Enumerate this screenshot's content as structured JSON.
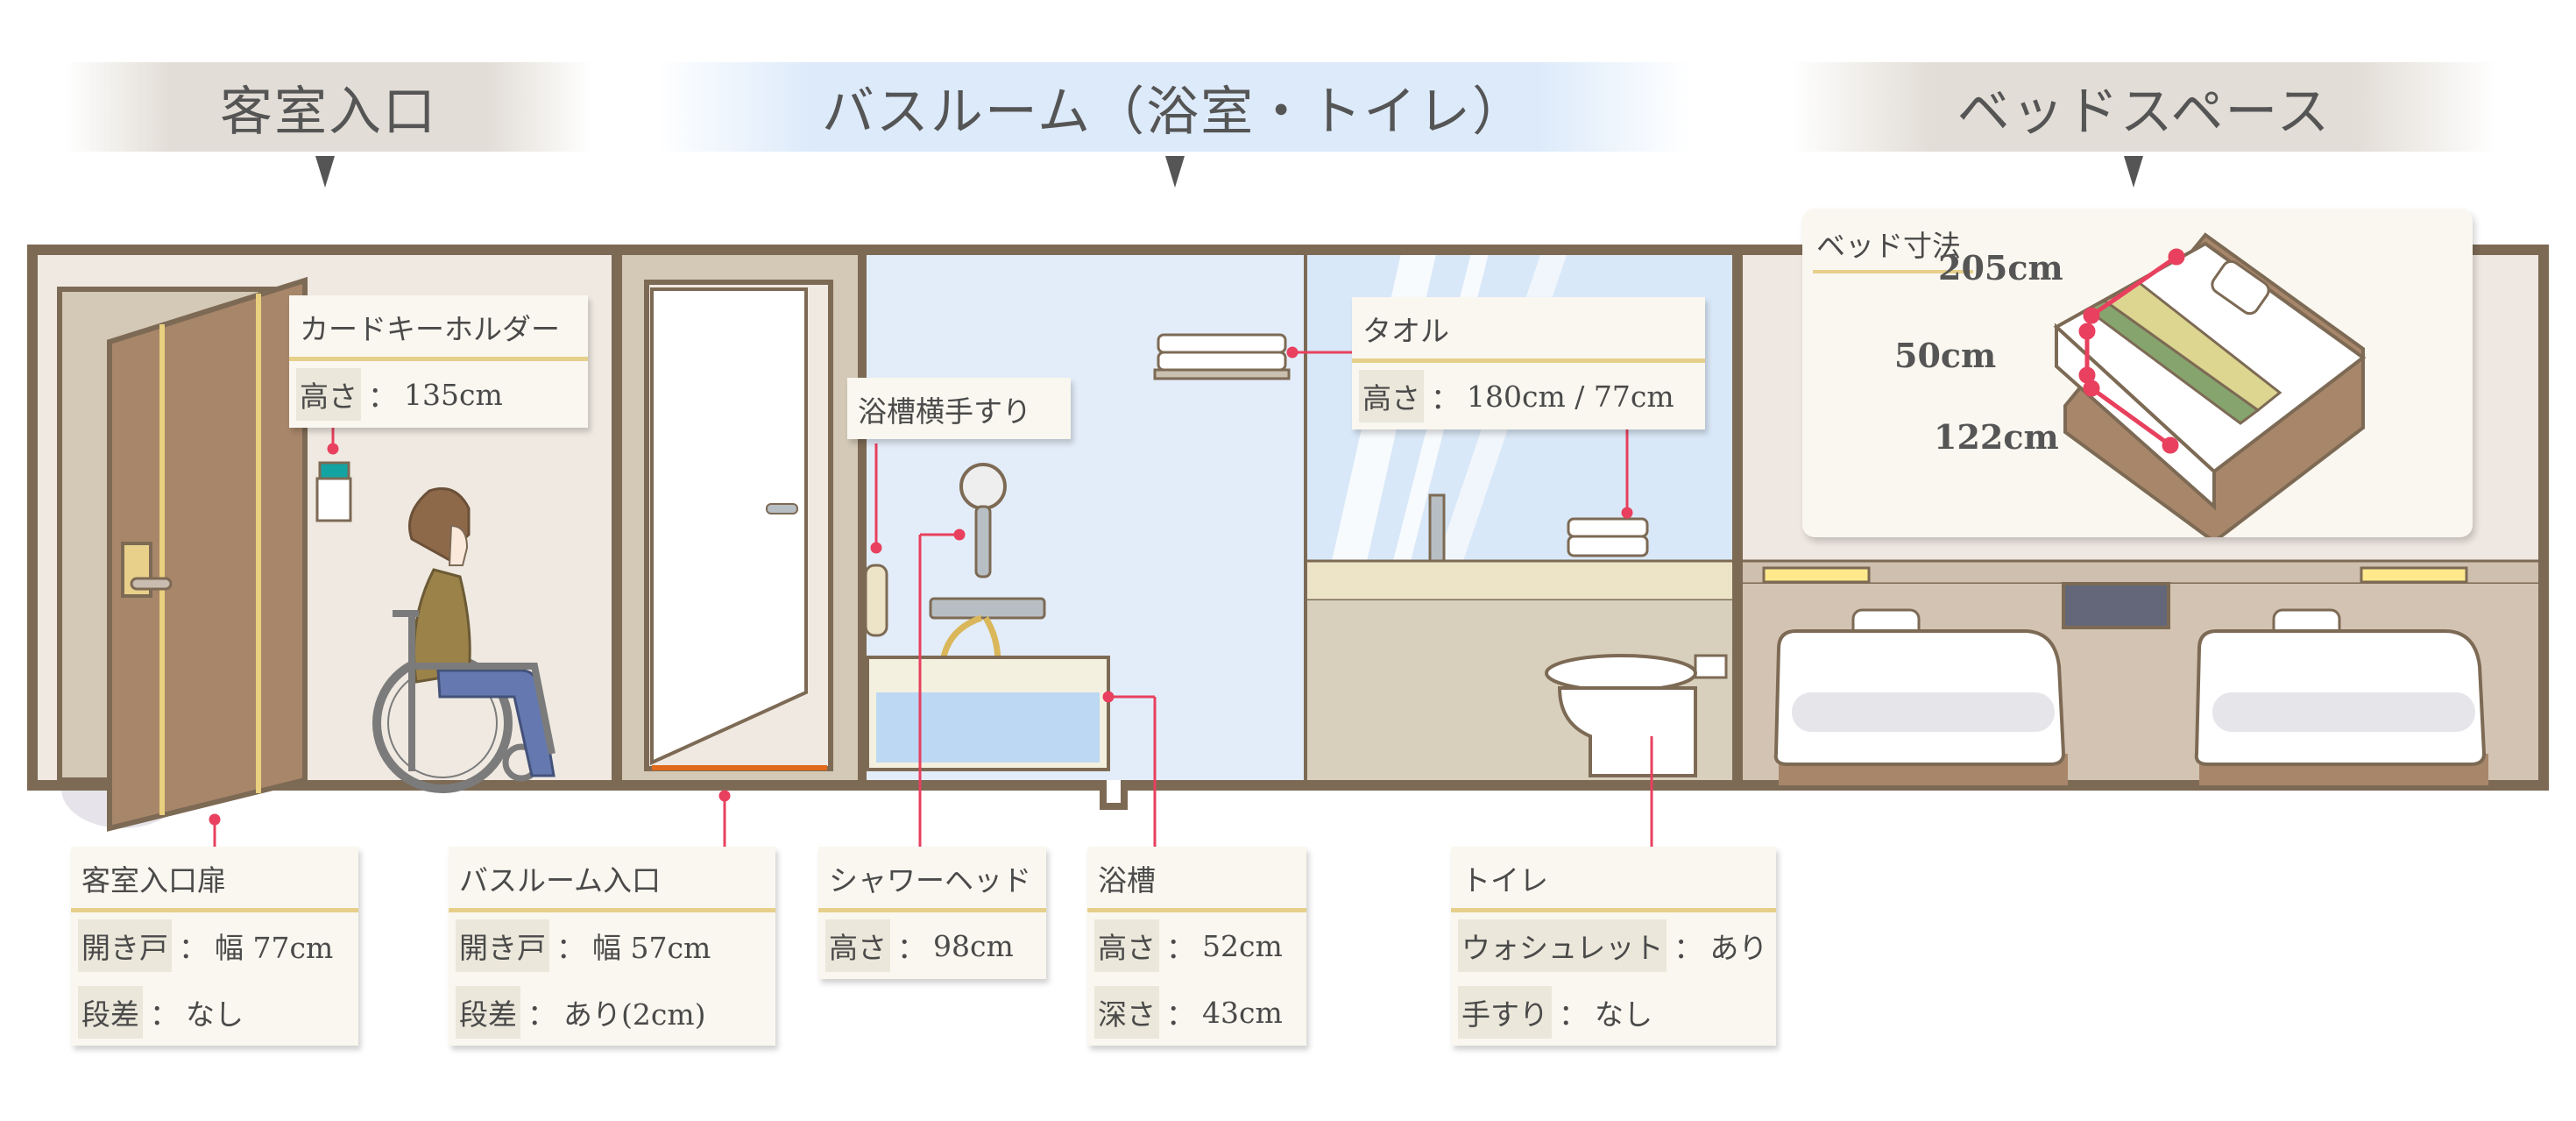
{
  "headers": {
    "entrance": "客室入口",
    "bathroom": "バスルーム（浴室・トイレ）",
    "bed_space": "ベッドスペース"
  },
  "callouts": {
    "card_key": {
      "title": "カードキーホルダー",
      "rows": [
        {
          "key": "高さ",
          "value": "135cm"
        }
      ]
    },
    "bath_grab_bar": {
      "title": "浴槽横手すり"
    },
    "towel": {
      "title": "タオル",
      "rows": [
        {
          "key": "高さ",
          "value": "180cm / 77cm"
        }
      ]
    },
    "entrance_door": {
      "title": "客室入口扉",
      "rows": [
        {
          "key": "開き戸",
          "value": "幅 77cm"
        },
        {
          "key": "段差",
          "value": "なし"
        }
      ]
    },
    "bathroom_entrance": {
      "title": "バスルーム入口",
      "rows": [
        {
          "key": "開き戸",
          "value": "幅 57cm"
        },
        {
          "key": "段差",
          "value": "あり(2cm)"
        }
      ]
    },
    "shower_head": {
      "title": "シャワーヘッド",
      "rows": [
        {
          "key": "高さ",
          "value": "98cm"
        }
      ]
    },
    "bathtub": {
      "title": "浴槽",
      "rows": [
        {
          "key": "高さ",
          "value": "52cm"
        },
        {
          "key": "深さ",
          "value": "43cm"
        }
      ]
    },
    "toilet": {
      "title": "トイレ",
      "rows": [
        {
          "key": "ウォシュレット",
          "value": "あり"
        },
        {
          "key": "手すり",
          "value": "なし"
        }
      ]
    }
  },
  "bed_dimensions": {
    "title": "ベッド寸法",
    "length": "205cm",
    "height": "50cm",
    "width": "122cm"
  },
  "separator": "：",
  "colors": {
    "leader": "#e8405e",
    "wall": "#7d6a55",
    "accent_gold": "#e6cf8a"
  }
}
